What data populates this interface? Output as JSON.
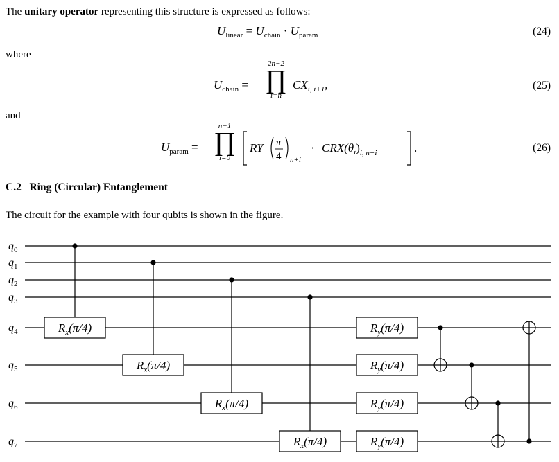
{
  "paragraphs": {
    "intro_pre": "The ",
    "intro_bold": "unitary operator",
    "intro_post": " representing this structure is expressed as follows:",
    "where": "where",
    "and": "and",
    "ring_text": "The circuit for the example with four qubits is shown in the figure."
  },
  "equations": {
    "eq24": {
      "lhs": "U",
      "lhs_sub": "linear",
      "rhs_a": "U",
      "rhs_a_sub": "chain",
      "dot": " · ",
      "rhs_b": "U",
      "rhs_b_sub": "param",
      "number": "(24)"
    },
    "eq25": {
      "lhs": "U",
      "lhs_sub": "chain",
      "prod_upper": "2n−2",
      "prod_lower": "i=n",
      "body": "CX",
      "body_sub": "i, i+1",
      "tail": ",",
      "number": "(25)"
    },
    "eq26": {
      "lhs": "U",
      "lhs_sub": "param",
      "prod_upper": "n−1",
      "prod_lower": "i=0",
      "ry": "RY",
      "frac_num": "π",
      "frac_den": "4",
      "ry_sub": "n+i",
      "dot": " · ",
      "crx": "CRX(θ",
      "crx_i": "i",
      "crx_close": ")",
      "crx_sub": "i, n+i",
      "tail": ".",
      "number": "(26)"
    }
  },
  "section": {
    "number": "C.2",
    "title": "Ring (Circular) Entanglement"
  },
  "circuit": {
    "qubits": [
      "q0",
      "q1",
      "q2",
      "q3",
      "q4",
      "q5",
      "q6",
      "q7"
    ],
    "qubit_prefix": "q",
    "qubit_indices": [
      "0",
      "1",
      "2",
      "3",
      "4",
      "5",
      "6",
      "7"
    ],
    "rx_gate": {
      "name": "R",
      "sub": "x",
      "arg": "(π/4)"
    },
    "ry_gate": {
      "name": "R",
      "sub": "y",
      "arg": "(π/4)"
    }
  }
}
